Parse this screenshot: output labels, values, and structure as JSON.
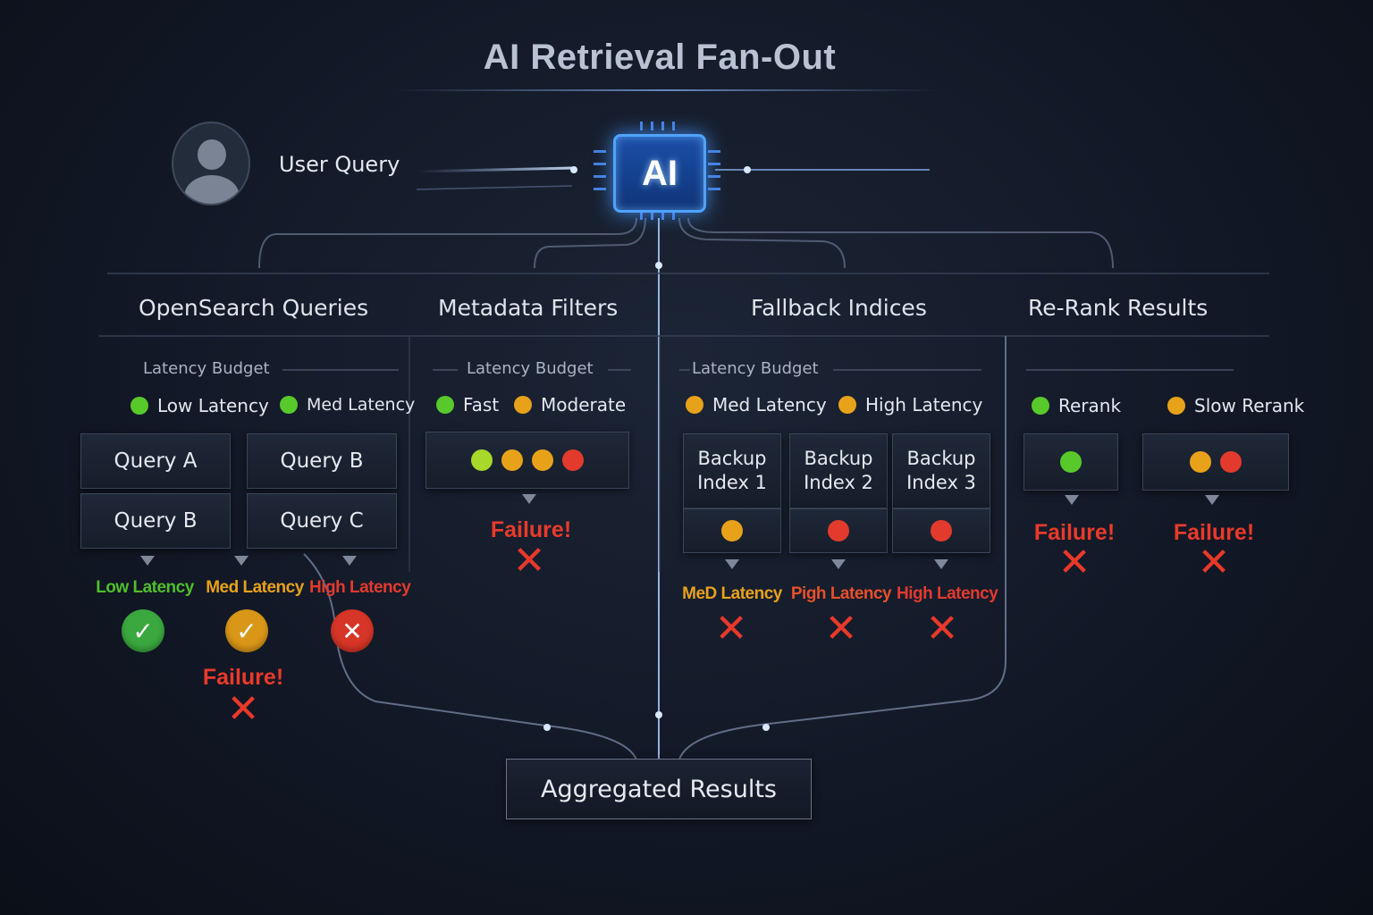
{
  "title": "AI Retrieval Fan-Out",
  "user": {
    "label": "User Query",
    "icon": "user-avatar-icon"
  },
  "ai_chip": {
    "label": "AI",
    "icon": "cpu-chip-icon"
  },
  "colors": {
    "green": "#58c92b",
    "lime": "#a7d82a",
    "amber": "#e8a21a",
    "red": "#e23b2d",
    "accent": "#4fa3ff",
    "background": "#121826"
  },
  "columns": {
    "opensearch": {
      "heading": "OpenSearch Queries",
      "budget": "Latency Budget",
      "legend": [
        {
          "label": "Low Latency",
          "color": "#58c92b"
        },
        {
          "label": "Med Latency",
          "color": "#58c92b"
        }
      ],
      "queries": [
        "Query A",
        "Query B",
        "Query B",
        "Query C"
      ],
      "outcomes": [
        {
          "label": "Low Latency",
          "color": "#4fbf2a",
          "status": "success"
        },
        {
          "label": "Med Latency",
          "color": "#e8a21a",
          "status": "success"
        },
        {
          "label": "High Latency",
          "color": "#e23b2d",
          "status": "fail"
        }
      ],
      "failure": "Failure!"
    },
    "metadata": {
      "heading": "Metadata Filters",
      "budget": "Latency Budget",
      "legend": [
        {
          "label": "Fast",
          "color": "#58c92b"
        },
        {
          "label": "Moderate",
          "color": "#e8a21a"
        }
      ],
      "dots": [
        "#a7d82a",
        "#e8a21a",
        "#e8a21a",
        "#e23b2d"
      ],
      "failure": "Failure!"
    },
    "fallback": {
      "heading": "Fallback Indices",
      "budget": "Latency Budget",
      "legend": [
        {
          "label": "Med Latency",
          "color": "#e8a21a"
        },
        {
          "label": "High Latency",
          "color": "#e8a21a"
        }
      ],
      "indices": [
        {
          "name": "Backup\nIndex 1",
          "dot": "#e8a21a",
          "outcome": "MeD Latency",
          "outcome_color": "#e8a21a"
        },
        {
          "name": "Backup\nIndex 2",
          "dot": "#e23b2d",
          "outcome": "Pigh Latency",
          "outcome_color": "#e8502a"
        },
        {
          "name": "Backup\nIndex 3",
          "dot": "#e23b2d",
          "outcome": "High Latency",
          "outcome_color": "#e23b2d"
        }
      ]
    },
    "rerank": {
      "heading": "Re-Rank Results",
      "legend": [
        {
          "label": "Rerank",
          "color": "#58c92b"
        },
        {
          "label": "Slow Rerank",
          "color": "#e8a21a"
        }
      ],
      "box1_dots": [
        "#58c92b"
      ],
      "box2_dots": [
        "#e8a21a",
        "#e23b2d"
      ],
      "failure": "Failure!"
    }
  },
  "aggregated": "Aggregated Results",
  "marks": {
    "check": "✓",
    "cross": "✕",
    "cross_bold": "✕"
  }
}
